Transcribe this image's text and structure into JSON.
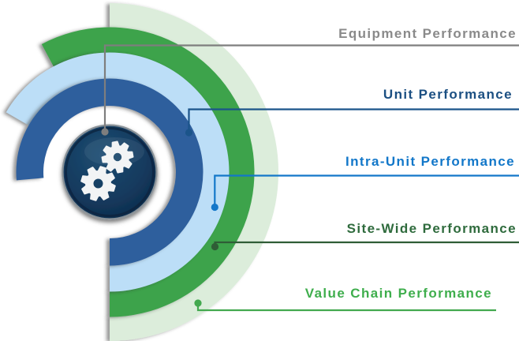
{
  "diagram": {
    "labels": [
      {
        "id": "equipment",
        "text": "Equipment Performance",
        "color": "#8A8A8A",
        "line_color": "#7E7E7E"
      },
      {
        "id": "unit",
        "text": "Unit Performance",
        "color": "#1B4F82",
        "line_color": "#1B548A"
      },
      {
        "id": "intra_unit",
        "text": "Intra-Unit Performance",
        "color": "#1277C9",
        "line_color": "#1377C9"
      },
      {
        "id": "site_wide",
        "text": "Site-Wide Performance",
        "color": "#2F6B3D",
        "line_color": "#2F5D36"
      },
      {
        "id": "value_chain",
        "text": "Value Chain Performance",
        "color": "#3FAE4D",
        "line_color": "#43A94F"
      }
    ],
    "rings": [
      {
        "id": "value_chain",
        "color": "#DCEDDB"
      },
      {
        "id": "site_wide",
        "color": "#3EA34B"
      },
      {
        "id": "intra_unit",
        "color": "#BCDEF7"
      },
      {
        "id": "unit",
        "color": "#2F5F9D"
      }
    ],
    "badge": {
      "icon": "gears-icon",
      "rim_color": "#8A9298",
      "fill_inner": "#1E4D72",
      "fill_mid": "#143A5E",
      "fill_outer": "#0B2745",
      "gear_color": "#F2F4F5"
    }
  }
}
